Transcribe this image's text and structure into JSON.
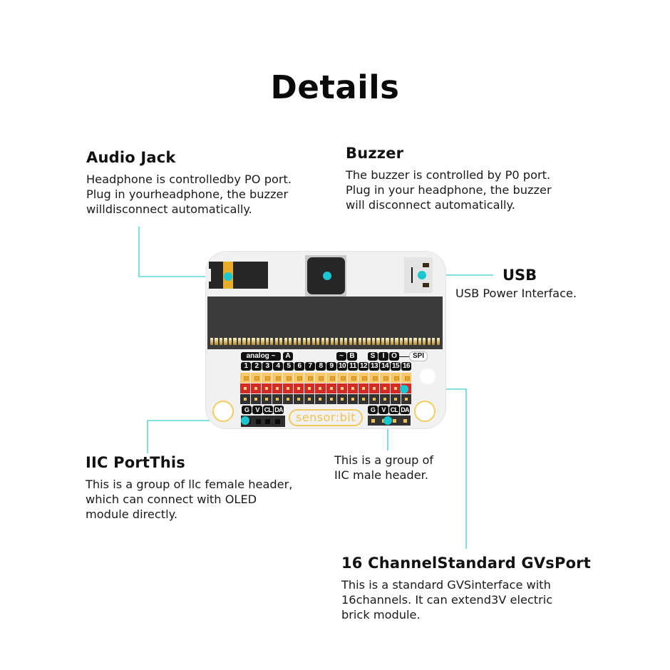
{
  "page": {
    "title": "Details"
  },
  "callouts": {
    "audio_jack": {
      "title": "Audio Jack",
      "description": "Headphone is controlledby PO port.\nPlug in yourheadphone, the buzzer\nwilldisconnect automatically."
    },
    "buzzer": {
      "title": "Buzzer",
      "description": "The buzzer is controlled by P0 port.\nPlug in your headphone, the buzzer\nwill disconnect automatically."
    },
    "usb": {
      "title": "USB",
      "description": "USB Power Interface."
    },
    "iic_port": {
      "title": "IIC PortThis",
      "description": "This is a group of llc female header,\nwhich can connect with OLED\nmodule directly."
    },
    "iic_male": {
      "description": "This is a group of\nIIC male header."
    },
    "gvs_port": {
      "title": "16 ChannelStandard GVsPort",
      "description": "This is a standard GVSinterface with\n16channels. It can extend3V electric\nbrick module."
    }
  },
  "board": {
    "logo": "sensor:bit",
    "labels": {
      "analog": "analog ~",
      "a": "A",
      "pwm": "~",
      "b": "B",
      "s": "S",
      "i": "I",
      "o": "O",
      "spi": "SPI"
    },
    "pin_numbers": [
      "1",
      "2",
      "3",
      "4",
      "5",
      "6",
      "7",
      "8",
      "9",
      "10",
      "11",
      "12",
      "13",
      "14",
      "15",
      "16"
    ],
    "iic_left_labels": [
      "G",
      "V",
      "CL",
      "DA"
    ],
    "iic_right_labels": [
      "G",
      "V",
      "CL",
      "DA"
    ]
  },
  "colors": {
    "accent_line": "#5fd6dc",
    "marker_dot": "#19c7d0",
    "signal_row": "#f6c86a",
    "power_row": "#d32a28",
    "ground_row": "#333333",
    "logo": "#efc34e"
  }
}
